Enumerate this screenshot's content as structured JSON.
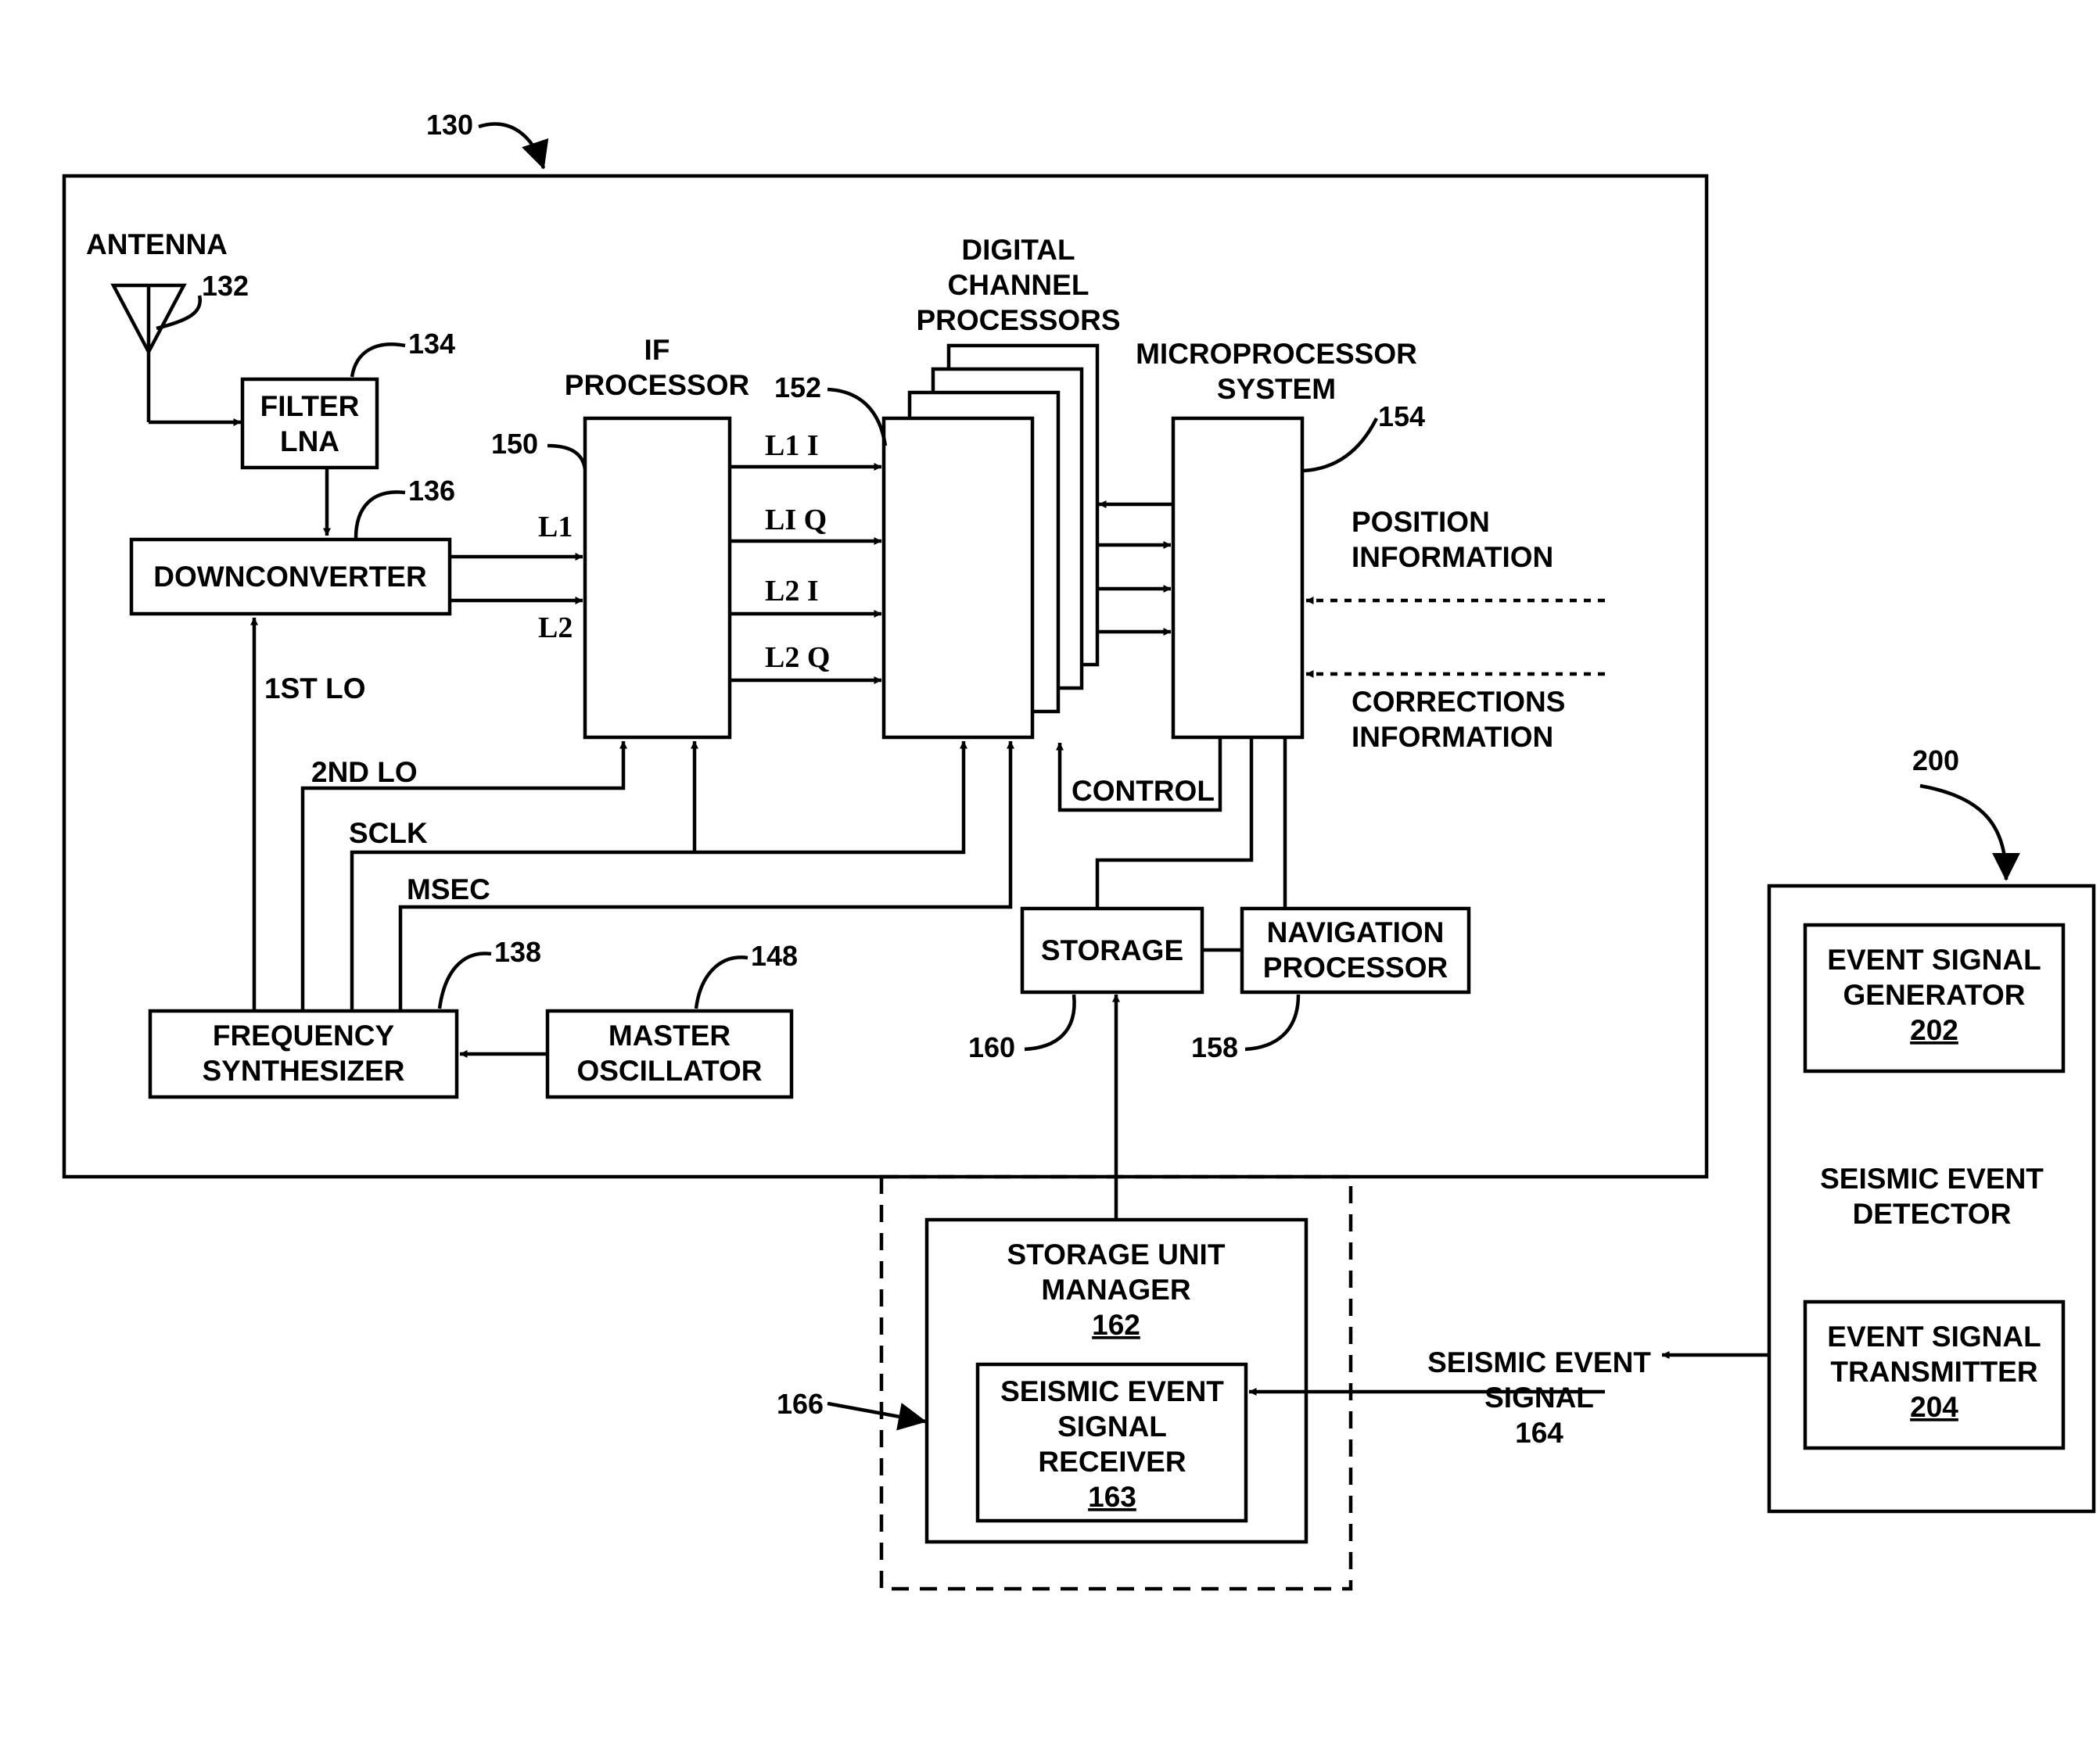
{
  "refs": {
    "r130": "130",
    "r132": "132",
    "r134": "134",
    "r136": "136",
    "r138": "138",
    "r148": "148",
    "r150": "150",
    "r152": "152",
    "r154": "154",
    "r158": "158",
    "r160": "160",
    "r166": "166",
    "r200": "200"
  },
  "labels": {
    "antenna": "ANTENNA",
    "filter": [
      "FILTER",
      "LNA"
    ],
    "downconverter": "DOWNCONVERTER",
    "if_processor": [
      "IF",
      "PROCESSOR"
    ],
    "digital_channel_processors": [
      "DIGITAL",
      "CHANNEL",
      "PROCESSORS"
    ],
    "microprocessor_system": [
      "MICROPROCESSOR",
      "SYSTEM"
    ],
    "position_information": [
      "POSITION",
      "INFORMATION"
    ],
    "corrections_information": [
      "CORRECTIONS",
      "INFORMATION"
    ],
    "frequency_synthesizer": [
      "FREQUENCY",
      "SYNTHESIZER"
    ],
    "master_oscillator": [
      "MASTER",
      "OSCILLATOR"
    ],
    "storage": "STORAGE",
    "navigation_processor": [
      "NAVIGATION",
      "PROCESSOR"
    ],
    "storage_unit_manager": [
      "STORAGE UNIT",
      "MANAGER",
      "162"
    ],
    "seismic_event_signal_receiver": [
      "SEISMIC EVENT",
      "SIGNAL",
      "RECEIVER",
      "163"
    ],
    "seismic_event_signal": [
      "SEISMIC EVENT",
      "SIGNAL",
      "164"
    ],
    "event_signal_generator": [
      "EVENT SIGNAL",
      "GENERATOR",
      "202"
    ],
    "seismic_event_detector": [
      "SEISMIC EVENT",
      "DETECTOR"
    ],
    "event_signal_transmitter": [
      "EVENT SIGNAL",
      "TRANSMITTER",
      "204"
    ]
  },
  "signals": {
    "l1": "L1",
    "l2": "L2",
    "l1i": "L1 I",
    "l1q": "LI Q",
    "l2i": "L2 I",
    "l2q": "L2 Q",
    "first_lo": "1ST LO",
    "second_lo": "2ND LO",
    "sclk": "SCLK",
    "msec": "MSEC",
    "control": "CONTROL"
  }
}
